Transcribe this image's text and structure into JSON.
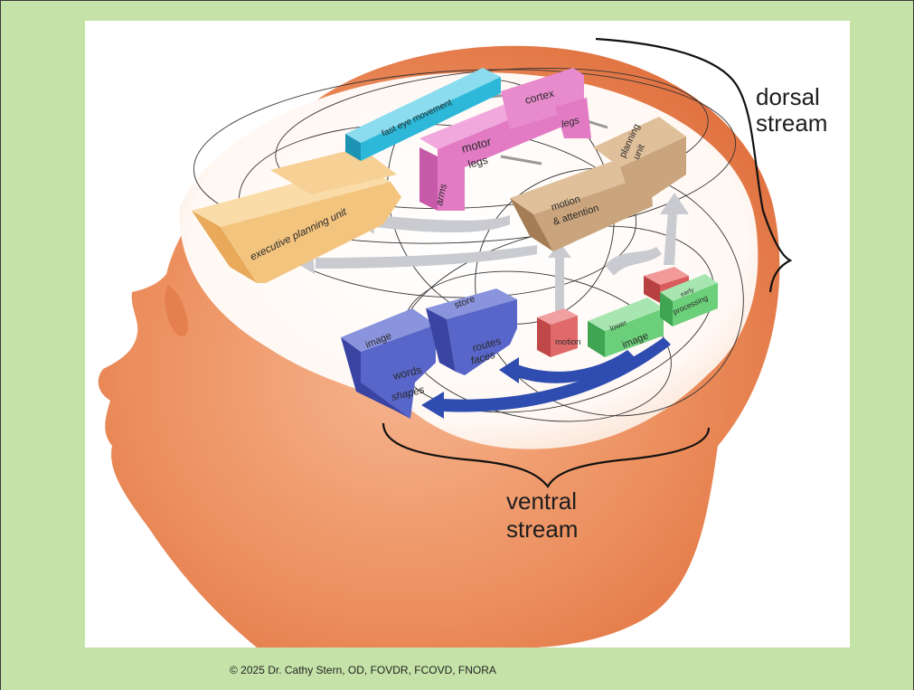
{
  "diagram": {
    "dorsal_line1": "dorsal",
    "dorsal_line2": "stream",
    "ventral_line1": "ventral",
    "ventral_line2": "stream",
    "modules": {
      "executive": "executive planning unit",
      "fast_eye": "fast eye movement",
      "cortex": "cortex",
      "motor": "motor",
      "legs_top": "legs",
      "legs": "legs",
      "arms": "arms",
      "motion_attention_1": "motion",
      "motion_attention_2": "& attention",
      "planning_1": "planning",
      "planning_2": "unit",
      "image_blue": "image",
      "store": "store",
      "words": "words",
      "shapes": "shapes",
      "routes": "routes",
      "faces": "faces",
      "motion_box": "motion",
      "lower_1": "lower",
      "image_green": "image",
      "early_1": "early",
      "early_2": "processing"
    }
  },
  "footer": {
    "copyright": "© 2025  Dr. Cathy Stern, OD, FOVDR, FCOVD, FNORA"
  },
  "colors": {
    "slide_bg": "#c5e3a8",
    "skin": "#ea8a5a",
    "executive": "#f3c47e",
    "fast_eye": "#2db8d9",
    "motor": "#e27bc4",
    "motion": "#c9a47c",
    "ventral_blue": "#5966c9",
    "red_box": "#e06a6a",
    "green_box": "#6ccf7a"
  }
}
